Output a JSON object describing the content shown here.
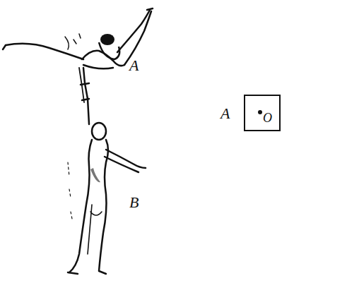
{
  "diagram": {
    "nodes": [
      {
        "text": [
          "O"
        ]
      }
    ],
    "labels": [
      "A",
      "B",
      "A"
    ]
  }
}
